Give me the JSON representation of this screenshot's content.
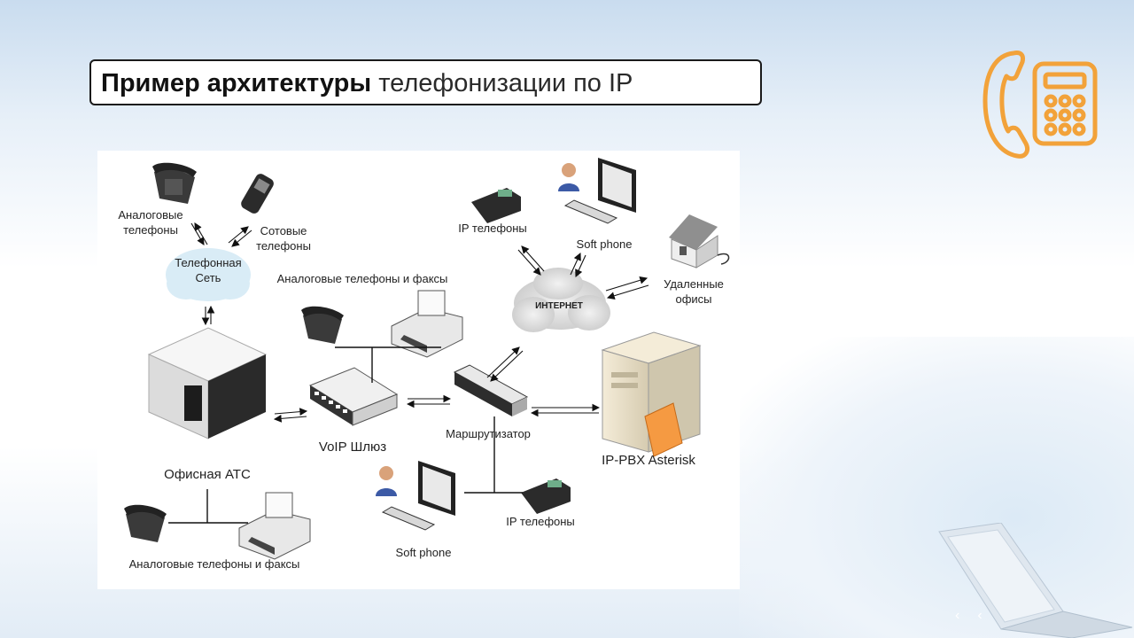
{
  "slide": {
    "title_bold": "Пример архитектуры",
    "title_rest": "телефонизации по IP"
  },
  "diagram": {
    "nodes": {
      "analog_phones": "Аналоговые\nтелефоны",
      "cell_phones": "Сотовые\nтелефоны",
      "phone_network": "Телефонная\nСеть",
      "analog_phones_faxes_top": "Аналоговые телефоны и факсы",
      "office_pbx": "Офисная АТС",
      "voip_gateway": "VoIP Шлюз",
      "router": "Маршрутизатор",
      "ip_pbx": "IP-PBX Asterisk",
      "internet": "ИНТЕРНЕТ",
      "ip_phones_top": "IP телефоны",
      "soft_phone_top": "Soft phone",
      "remote_offices": "Удаленные\nофисы",
      "soft_phone_bottom": "Soft phone",
      "ip_phones_bottom": "IP телефоны",
      "analog_phones_faxes_bottom": "Аналоговые телефоны и факсы"
    }
  },
  "colors": {
    "accent_orange": "#f2a23a",
    "line": "#111111"
  },
  "icons": {
    "logo": "telephone-keypad-icon",
    "laptop": "laptop-icon"
  }
}
